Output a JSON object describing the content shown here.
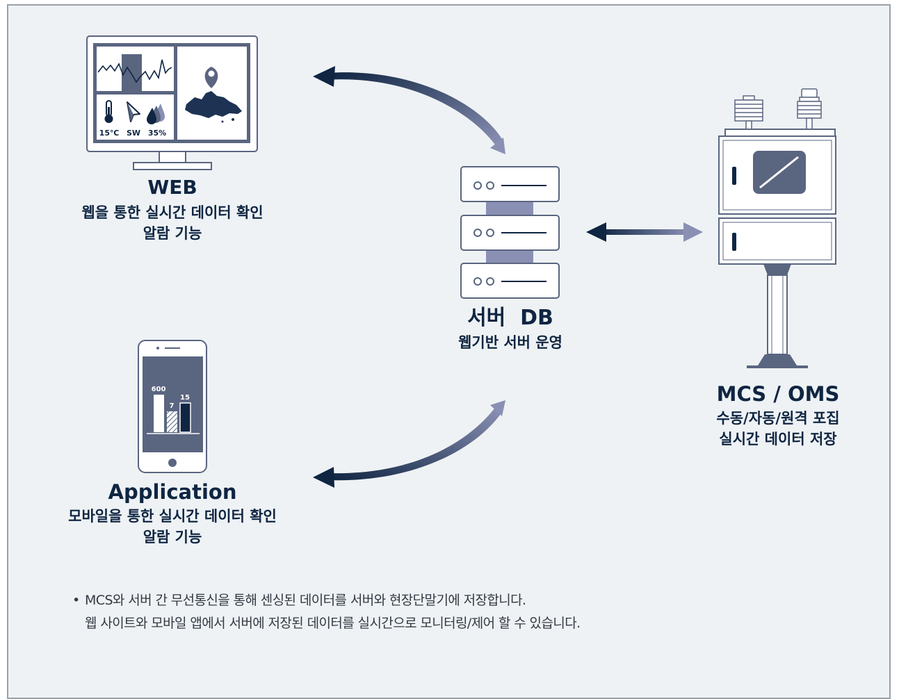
{
  "web": {
    "title": "WEB",
    "line1": "웹을 통한 실시간 데이터 확인",
    "line2": "알람 기능",
    "stats": {
      "temp": "15℃",
      "wind": "SW",
      "humidity": "35%"
    }
  },
  "server": {
    "title": "서버  DB",
    "line1": "웹기반 서버 운영"
  },
  "device": {
    "title": "MCS / OMS",
    "line1": "수동/자동/원격 포집",
    "line2": "실시간 데이터 저장"
  },
  "app": {
    "title": "Application",
    "line1": "모바일을 통한 실시간 데이터 확인",
    "line2": "알람 기능",
    "bars": [
      {
        "label": "600",
        "value": 600
      },
      {
        "label": "7",
        "value": 7
      },
      {
        "label": "15",
        "value": 15
      }
    ]
  },
  "note": {
    "bullet": "•",
    "line1": "MCS와 서버 간 무선통신을 통해 센싱된 데이터를 서버와 현장단말기에 저장합니다.",
    "line2": "웹 사이트와 모바일 앱에서 서버에 저장된 데이터를 실시간으로 모니터링/제어 할 수 있습니다."
  },
  "colors": {
    "navy": "#0f2542",
    "slate": "#5a6580",
    "arrow_light": "#8a90b4",
    "panel": "#eef2f4"
  }
}
